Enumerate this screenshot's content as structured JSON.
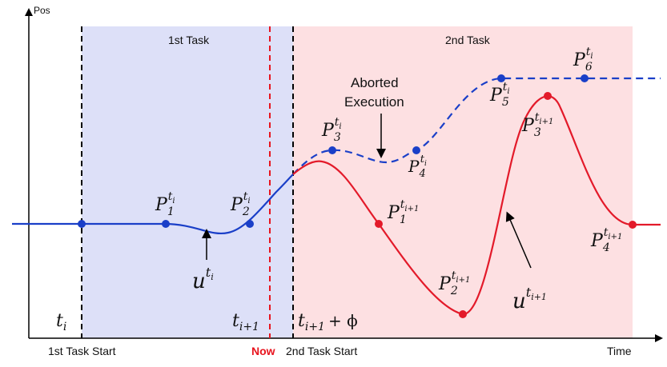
{
  "axes": {
    "y_label": "Pos",
    "x_label": "Time"
  },
  "regions": {
    "task1_label": "1st Task",
    "task2_label": "2nd Task",
    "task1_color": "#dde0f8",
    "task2_color": "#fde0e2"
  },
  "events": {
    "task1_start": "1st Task Start",
    "now": "Now",
    "task2_start": "2nd Task Start",
    "now_color": "#e8141e"
  },
  "time_labels": {
    "t_i": "t",
    "t_i_sub": "i",
    "t_ip1": "t",
    "t_ip1_sub": "i+1",
    "t_ip1_phi": "t",
    "t_ip1_phi_sub": "i+1",
    "t_ip1_phi_tail": "+ ϕ"
  },
  "annotations": {
    "aborted_line1": "Aborted",
    "aborted_line2": "Execution"
  },
  "trajectories": {
    "u_ti": {
      "base": "u",
      "sup": "t",
      "sup_sub": "i",
      "color": "#1a3fc8"
    },
    "u_tip1": {
      "base": "u",
      "sup": "t",
      "sup_sub": "i+1",
      "color": "#e31a2a"
    }
  },
  "points": {
    "blue": [
      {
        "base": "P",
        "sub": "1",
        "sup": "t",
        "sup_sub": "i"
      },
      {
        "base": "P",
        "sub": "2",
        "sup": "t",
        "sup_sub": "i"
      },
      {
        "base": "P",
        "sub": "3",
        "sup": "t",
        "sup_sub": "i"
      },
      {
        "base": "P",
        "sub": "4",
        "sup": "t",
        "sup_sub": "i"
      },
      {
        "base": "P",
        "sub": "5",
        "sup": "t",
        "sup_sub": "i"
      },
      {
        "base": "P",
        "sub": "6",
        "sup": "t",
        "sup_sub": "i"
      }
    ],
    "red": [
      {
        "base": "P",
        "sub": "1",
        "sup": "t",
        "sup_sub": "i+1"
      },
      {
        "base": "P",
        "sub": "2",
        "sup": "t",
        "sup_sub": "i+1"
      },
      {
        "base": "P",
        "sub": "3",
        "sup": "t",
        "sup_sub": "i+1"
      },
      {
        "base": "P",
        "sub": "4",
        "sup": "t",
        "sup_sub": "i+1"
      }
    ]
  }
}
